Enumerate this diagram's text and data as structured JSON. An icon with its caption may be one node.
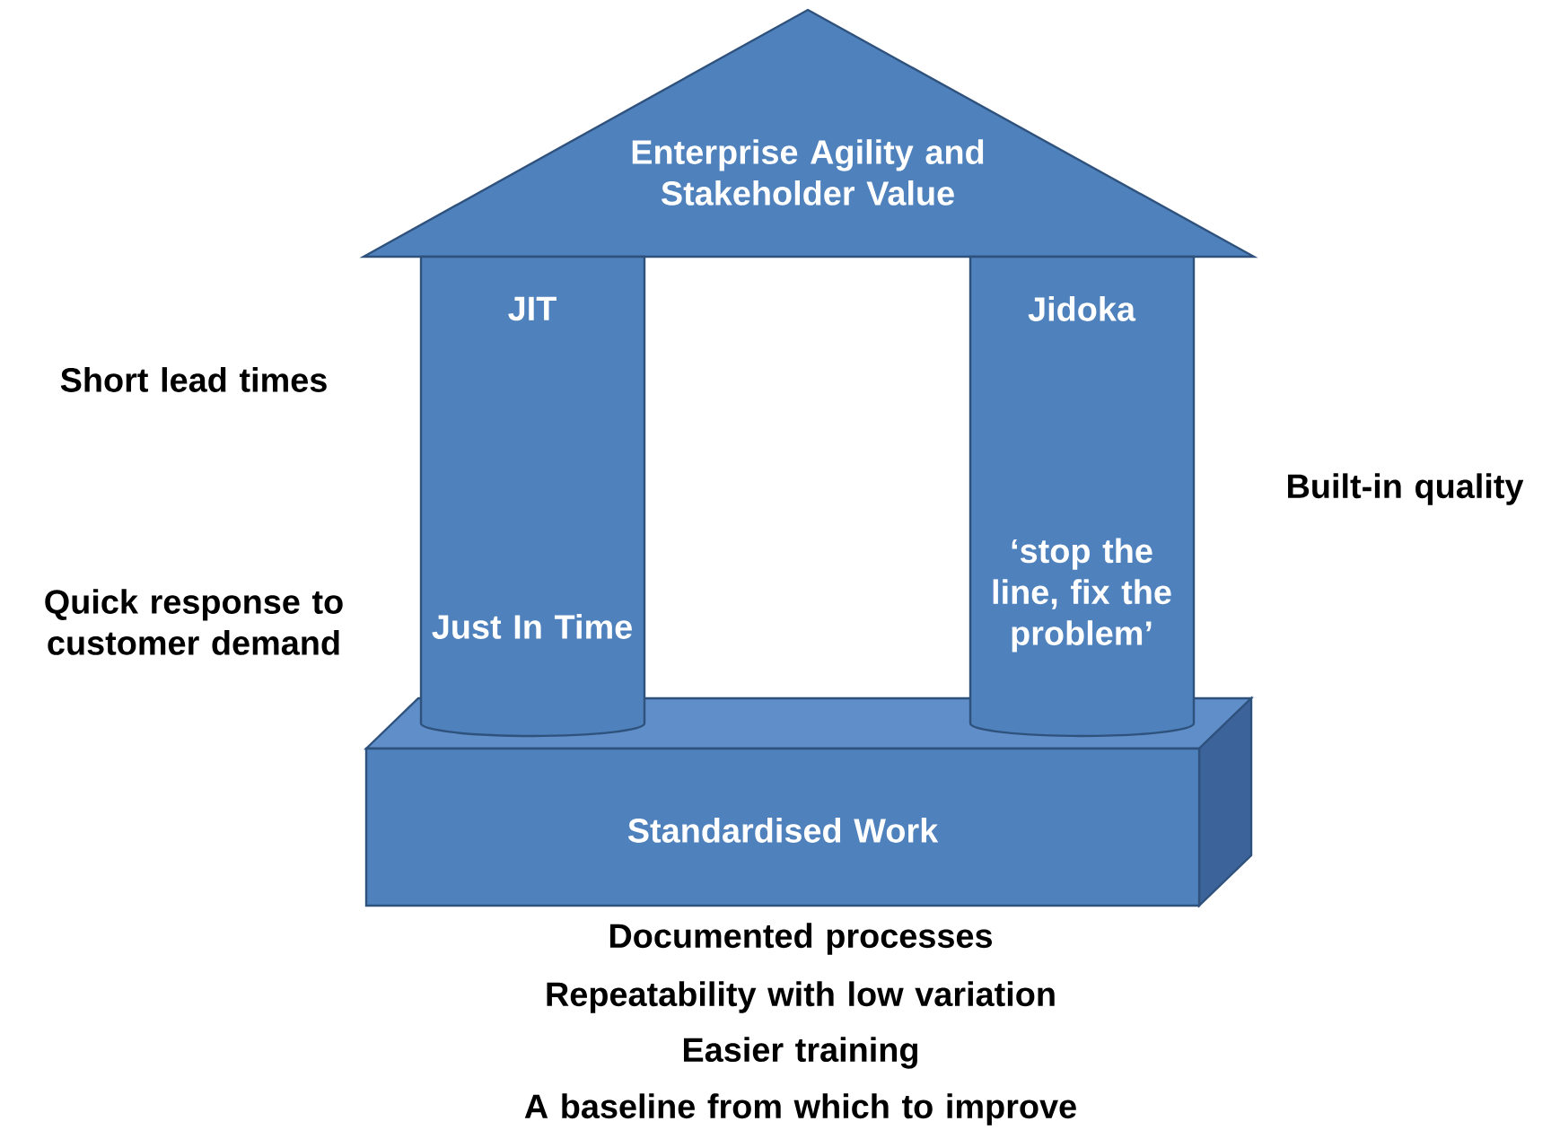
{
  "diagram": {
    "nodes": [
      {
        "text": [
          "Enterprise Agility and Stakeholder Value"
        ]
      },
      {
        "text": [
          "JIT",
          "Just In Time"
        ],
        "beside": [
          "Short lead times",
          "Quick response to customer demand"
        ]
      },
      {
        "text": [
          "Jidoka",
          "‘stop the line, fix the problem’"
        ],
        "beside": [
          "Built-in quality"
        ]
      },
      {
        "text": [
          "Standardised Work"
        ],
        "beside": [
          "Documented processes",
          "Repeatability with low variation",
          "Easier training",
          "A baseline from which to improve"
        ]
      }
    ]
  }
}
